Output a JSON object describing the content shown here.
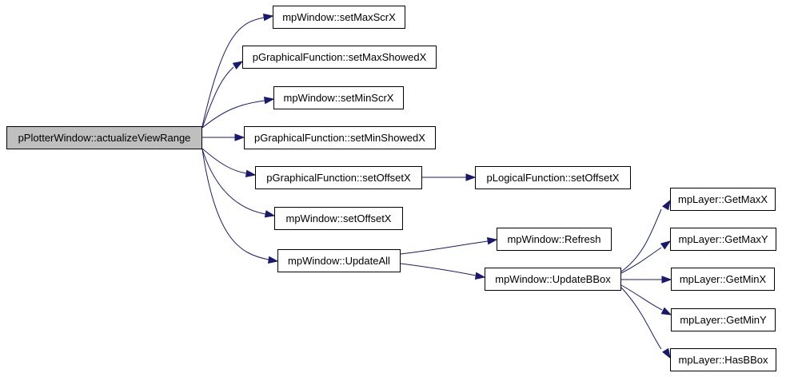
{
  "colors": {
    "edge": "#191970",
    "root_fill": "#bfbfbf",
    "node_fill": "#ffffff",
    "border": "#000000"
  },
  "nodes": {
    "root": "pPlotterWindow::actualizeViewRange",
    "setMaxScrX": "mpWindow::setMaxScrX",
    "setMaxShowedX": "pGraphicalFunction::setMaxShowedX",
    "setMinScrX": "mpWindow::setMinScrX",
    "setMinShowedX": "pGraphicalFunction::setMinShowedX",
    "pgfSetOffsetX": "pGraphicalFunction::setOffsetX",
    "plfSetOffsetX": "pLogicalFunction::setOffsetX",
    "mpwSetOffsetX": "mpWindow::setOffsetX",
    "updateAll": "mpWindow::UpdateAll",
    "refresh": "mpWindow::Refresh",
    "updateBBox": "mpWindow::UpdateBBox",
    "getMaxX": "mpLayer::GetMaxX",
    "getMaxY": "mpLayer::GetMaxY",
    "getMinX": "mpLayer::GetMinX",
    "getMinY": "mpLayer::GetMinY",
    "hasBBox": "mpLayer::HasBBox"
  }
}
